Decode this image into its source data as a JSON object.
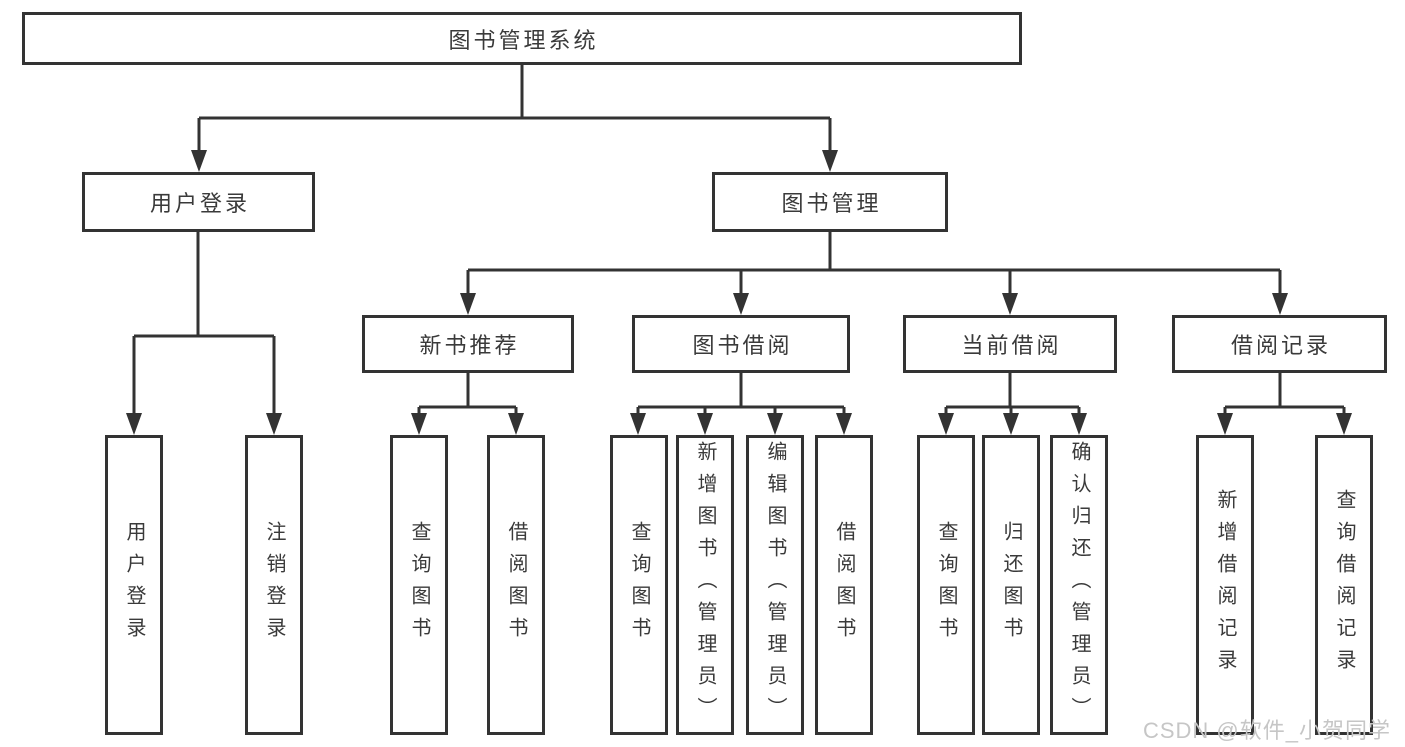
{
  "tree": {
    "label": "图书管理系统",
    "children": [
      {
        "label": "用户登录",
        "children": [
          {
            "label": "用户登录"
          },
          {
            "label": "注销登录"
          }
        ]
      },
      {
        "label": "图书管理",
        "children": [
          {
            "label": "新书推荐",
            "children": [
              {
                "label": "查询图书"
              },
              {
                "label": "借阅图书"
              }
            ]
          },
          {
            "label": "图书借阅",
            "children": [
              {
                "label": "查询图书"
              },
              {
                "label": "新增图书（管理员）"
              },
              {
                "label": "编辑图书（管理员）"
              },
              {
                "label": "借阅图书"
              }
            ]
          },
          {
            "label": "当前借阅",
            "children": [
              {
                "label": "查询图书"
              },
              {
                "label": "归还图书"
              },
              {
                "label": "确认归还（管理员）"
              }
            ]
          },
          {
            "label": "借阅记录",
            "children": [
              {
                "label": "新增借阅记录"
              },
              {
                "label": "查询借阅记录"
              }
            ]
          }
        ]
      }
    ]
  },
  "watermark": "CSDN @软件_小贺同学",
  "colors": {
    "line": "#333333",
    "box_border": "#333333",
    "text": "#3a3a3a",
    "background": "#ffffff",
    "watermark": "#c6c6c6"
  }
}
